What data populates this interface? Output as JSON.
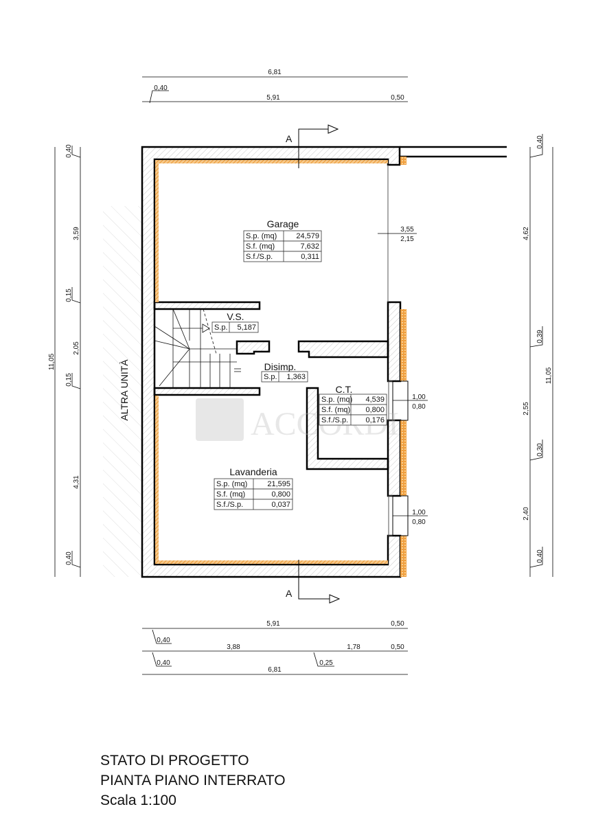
{
  "dimensions": {
    "top": {
      "total": "6,81",
      "left": "0,40",
      "middle": "5,91",
      "right": "0,50"
    },
    "bottom": {
      "row1": {
        "left": "0,40",
        "middle": "5,91",
        "right": "0,50"
      },
      "row2": {
        "left": "0,40",
        "a": "3,88",
        "wall": "0,25",
        "b": "1,78",
        "right": "0,50"
      },
      "total": "6,81"
    },
    "left": {
      "total": "11,05",
      "segments": [
        "0,40",
        "3,59",
        "0,15",
        "2,05",
        "0,15",
        "4,31",
        "0,40"
      ]
    },
    "right": {
      "total": "11,05",
      "segments": [
        "0,40",
        "4,62",
        "0,39",
        "2,55",
        "0,30",
        "2,40",
        "0,40"
      ]
    },
    "door_garage": {
      "width": "3,55",
      "height": "2,15"
    },
    "window1": {
      "width": "1,00",
      "height": "0,80"
    },
    "window2": {
      "width": "1,00",
      "height": "0,80"
    }
  },
  "section_marker": "A",
  "neighbor_label": "ALTRA UNITÀ",
  "watermark": "ACCORDI",
  "rooms": {
    "garage": {
      "name": "Garage",
      "rows": [
        [
          "S.p. (mq)",
          "24,579"
        ],
        [
          "S.f.  (mq)",
          "7,632"
        ],
        [
          "S.f./S.p.",
          "0,311"
        ]
      ]
    },
    "vs": {
      "name": "V.S.",
      "rows": [
        [
          "S.p.",
          "5,187"
        ]
      ]
    },
    "disimp": {
      "name": "Disimp.",
      "rows": [
        [
          "S.p.",
          "1,363"
        ]
      ]
    },
    "ct": {
      "name": "C.T.",
      "rows": [
        [
          "S.p. (mq)",
          "4,539"
        ],
        [
          "S.f.  (mq)",
          "0,800"
        ],
        [
          "S.f./S.p.",
          "0,176"
        ]
      ]
    },
    "lavanderia": {
      "name": "Lavanderia",
      "rows": [
        [
          "S.p. (mq)",
          "21,595"
        ],
        [
          "S.f.  (mq)",
          "0,800"
        ],
        [
          "S.f./S.p.",
          "0,037"
        ]
      ]
    }
  },
  "title_block": {
    "line1": "STATO DI PROGETTO",
    "line2": "PIANTA PIANO INTERRATO",
    "line3": "Scala 1:100"
  }
}
